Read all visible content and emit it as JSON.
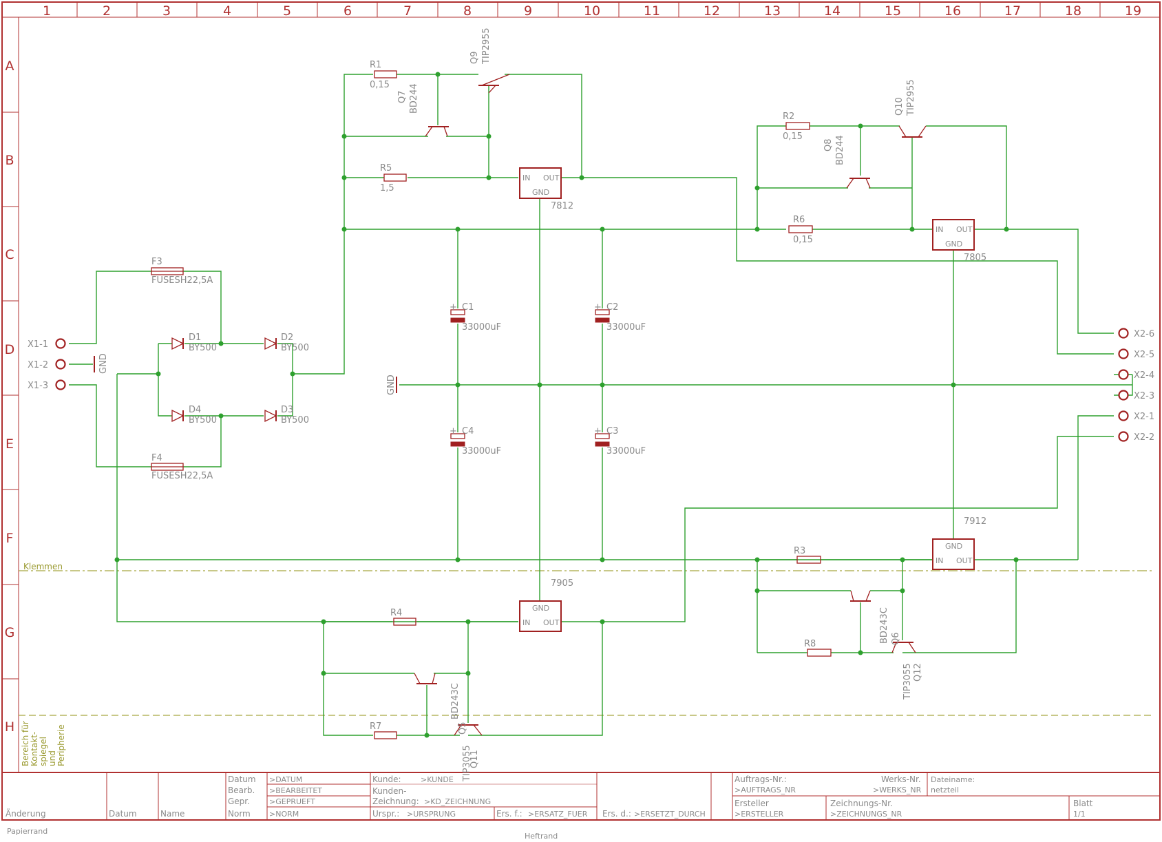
{
  "columns": [
    "1",
    "2",
    "3",
    "4",
    "5",
    "6",
    "7",
    "8",
    "9",
    "10",
    "11",
    "12",
    "13",
    "14",
    "15",
    "16",
    "17",
    "18",
    "19"
  ],
  "rows": [
    "A",
    "B",
    "C",
    "D",
    "E",
    "F",
    "G",
    "H"
  ],
  "components": {
    "R1": {
      "name": "R1",
      "value": "0,15"
    },
    "R2": {
      "name": "R2",
      "value": "0,15"
    },
    "R3": {
      "name": "R3"
    },
    "R4": {
      "name": "R4"
    },
    "R5": {
      "name": "R5",
      "value": "1,5"
    },
    "R6": {
      "name": "R6",
      "value": "0,15"
    },
    "R7": {
      "name": "R7"
    },
    "R8": {
      "name": "R8"
    },
    "Q7": {
      "name": "Q7",
      "value": "BD244"
    },
    "Q8": {
      "name": "Q8",
      "value": "BD244"
    },
    "Q9": {
      "name": "Q9",
      "value": "TIP2955"
    },
    "Q10": {
      "name": "Q10",
      "value": "TIP2955"
    },
    "Q5": {
      "name": "Q5",
      "value": "BD243C"
    },
    "Q6": {
      "name": "Q6",
      "value": "BD243C"
    },
    "Q11": {
      "name": "Q11",
      "value": "TIP3055"
    },
    "Q12": {
      "name": "Q12",
      "value": "TIP3055"
    },
    "C1": {
      "name": "C1",
      "value": "33000uF"
    },
    "C2": {
      "name": "C2",
      "value": "33000uF"
    },
    "C3": {
      "name": "C3",
      "value": "33000uF"
    },
    "C4": {
      "name": "C4",
      "value": "33000uF"
    },
    "D1": {
      "name": "D1",
      "value": "BY500"
    },
    "D2": {
      "name": "D2",
      "value": "BY500"
    },
    "D3": {
      "name": "D3",
      "value": "BY500"
    },
    "D4": {
      "name": "D4",
      "value": "BY500"
    },
    "F3": {
      "name": "F3",
      "value": "FUSESH22,5A"
    },
    "F4": {
      "name": "F4",
      "value": "FUSESH22,5A"
    },
    "U7812": {
      "value": "7812"
    },
    "U7805": {
      "value": "7805"
    },
    "U7912": {
      "value": "7912"
    },
    "U7905": {
      "value": "7905"
    }
  },
  "pins": {
    "in": "IN",
    "out": "OUT",
    "gnd": "GND"
  },
  "gnd_label": "GND",
  "connectors": {
    "x1": [
      "X1-1",
      "X1-2",
      "X1-3"
    ],
    "x2": [
      "X2-6",
      "X2-5",
      "X2-4",
      "X2-3",
      "X2-1",
      "X2-2"
    ]
  },
  "zones": {
    "klemmen": "Klemmen",
    "bereich": [
      "Bereich für",
      "Kontakt-",
      "spiegel",
      "und",
      "Peripherie"
    ]
  },
  "titleblock": {
    "aenderung": "Änderung",
    "datum": "Datum",
    "name": "Name",
    "datum_label": "Datum",
    "datum_value": ">DATUM",
    "bearb_label": "Bearb.",
    "bearb_value": ">BEARBEITET",
    "gepr_label": "Gepr.",
    "gepr_value": ">GEPRUEFT",
    "norm_label": "Norm",
    "norm_value": ">NORM",
    "kunde_label": "Kunde:",
    "kunde_value": ">KUNDE",
    "kunden_label": "Kunden-",
    "zeichnung_label": "Zeichnung:",
    "zeichnung_value": ">KD_ZEICHNUNG",
    "urspr_label": "Urspr.:",
    "urspr_value": ">URSPRUNG",
    "ersf_label": "Ers. f.:",
    "ersf_value": ">ERSATZ_FUER",
    "ersd_label": "Ers. d.:",
    "ersd_value": ">ERSETZT_DURCH",
    "auftrags_label": "Auftrags-Nr.:",
    "auftrags_value": ">AUFTRAGS_NR",
    "werks_label": "Werks-Nr.",
    "werks_value": ">WERKS_NR",
    "dateiname_label": "Dateiname:",
    "dateiname_value": "netzteil",
    "ersteller_label": "Ersteller",
    "ersteller_value": ">ERSTELLER",
    "znr_label": "Zeichnungs-Nr.",
    "znr_value": ">ZEICHNUNGS_NR",
    "blatt_label": "Blatt",
    "blatt_value": "1/1"
  },
  "footer": {
    "papierrand": "Papierrand",
    "heftrand": "Heftrand"
  }
}
